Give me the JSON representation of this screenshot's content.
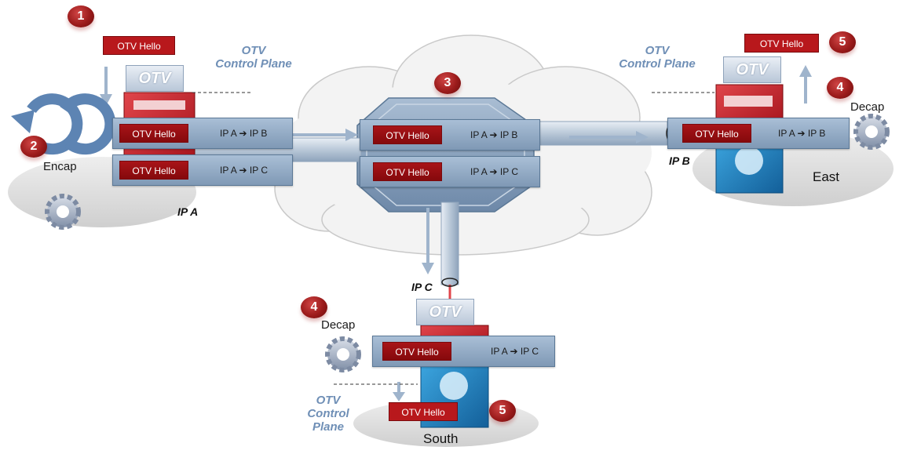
{
  "hello_label": "OTV Hello",
  "control_plane": [
    "OTV",
    "Control Plane"
  ],
  "control_plane_south": [
    "OTV",
    "Control",
    "Plane"
  ],
  "otv": "OTV",
  "route_ab": "IP A ➔ IP B",
  "route_ac": "IP A ➔ IP C",
  "ip_a": "IP A",
  "ip_b": "IP B",
  "ip_c": "IP C",
  "encap": "Encap",
  "decap": "Decap",
  "east": "East",
  "south": "South",
  "steps": [
    "1",
    "2",
    "3",
    "4",
    "5"
  ],
  "colors": {
    "red": "#b8181c",
    "blue_switch": "#1e84c6",
    "control_plane_text": "#6f8fb6",
    "packet_bar": "#8fa8c2"
  }
}
